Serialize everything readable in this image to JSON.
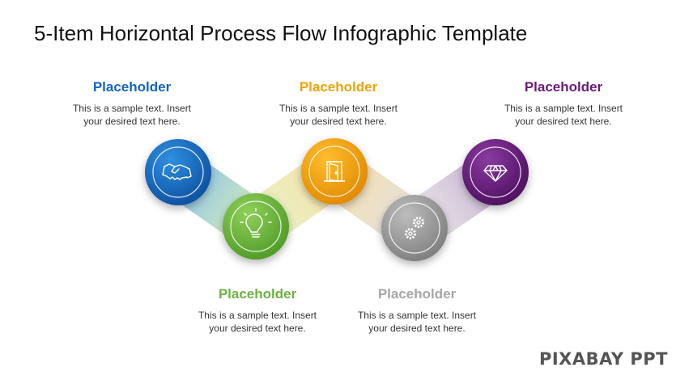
{
  "title": "5-Item Horizontal Process Flow Infographic Template",
  "steps": [
    {
      "title": "Placeholder",
      "text_line1": "This is a sample text. Insert",
      "text_line2": "your desired text here.",
      "color": "#1565C0",
      "icon": "handshake-icon"
    },
    {
      "title": "Placeholder",
      "text_line1": "This is a sample text. Insert",
      "text_line2": "your desired text here.",
      "color": "#6DB33F",
      "icon": "lightbulb-icon"
    },
    {
      "title": "Placeholder",
      "text_line1": "This is a sample text. Insert",
      "text_line2": "your desired text here.",
      "color": "#F0A30A",
      "icon": "door-icon"
    },
    {
      "title": "Placeholder",
      "text_line1": "This is a sample text. Insert",
      "text_line2": "your desired text here.",
      "color": "#A6A6A6",
      "icon": "gears-icon"
    },
    {
      "title": "Placeholder",
      "text_line1": "This is a sample text. Insert",
      "text_line2": "your desired text here.",
      "color": "#6A1B7A",
      "icon": "diamond-icon"
    }
  ],
  "watermark": "PIXABAY PPT"
}
